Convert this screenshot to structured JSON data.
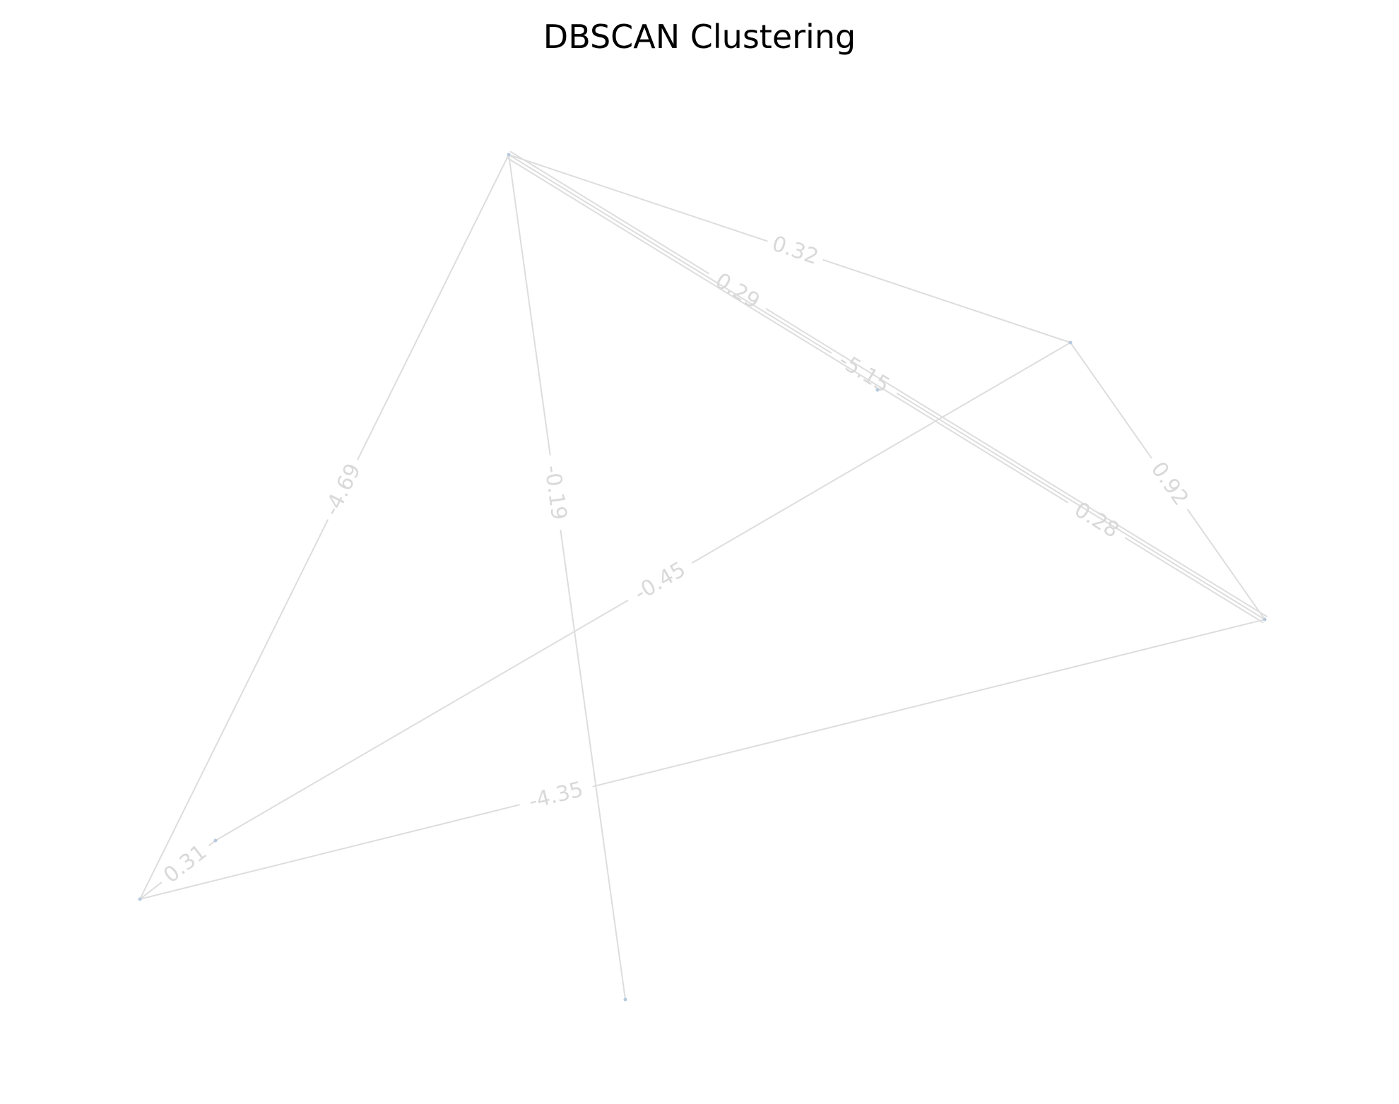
{
  "title": "DBSCAN Clustering",
  "colors": {
    "edge": "#dddddd",
    "edge_label": "#d9d9d9",
    "node": "#b7c9dc"
  },
  "graph": {
    "nodes": [
      {
        "id": "n1"
      },
      {
        "id": "n2"
      },
      {
        "id": "n3"
      },
      {
        "id": "n4"
      },
      {
        "id": "n5"
      },
      {
        "id": "n6"
      },
      {
        "id": "n7"
      }
    ],
    "edges": [
      {
        "source": "n1",
        "target": "n4",
        "label": "0.32"
      },
      {
        "source": "n1",
        "target": "n5",
        "label": "0.29"
      },
      {
        "source": "n1",
        "target": "n5",
        "label": "-5.15"
      },
      {
        "source": "n1",
        "target": "n5",
        "label": "0.28"
      },
      {
        "source": "n1",
        "target": "n2",
        "label": "-4.69"
      },
      {
        "source": "n1",
        "target": "n3",
        "label": "-0.19"
      },
      {
        "source": "n4",
        "target": "n5",
        "label": "0.92"
      },
      {
        "source": "n4",
        "target": "n6",
        "label": "-0.45"
      },
      {
        "source": "n2",
        "target": "n5",
        "label": "-4.35"
      },
      {
        "source": "n2",
        "target": "n6",
        "label": "0.31"
      }
    ]
  }
}
